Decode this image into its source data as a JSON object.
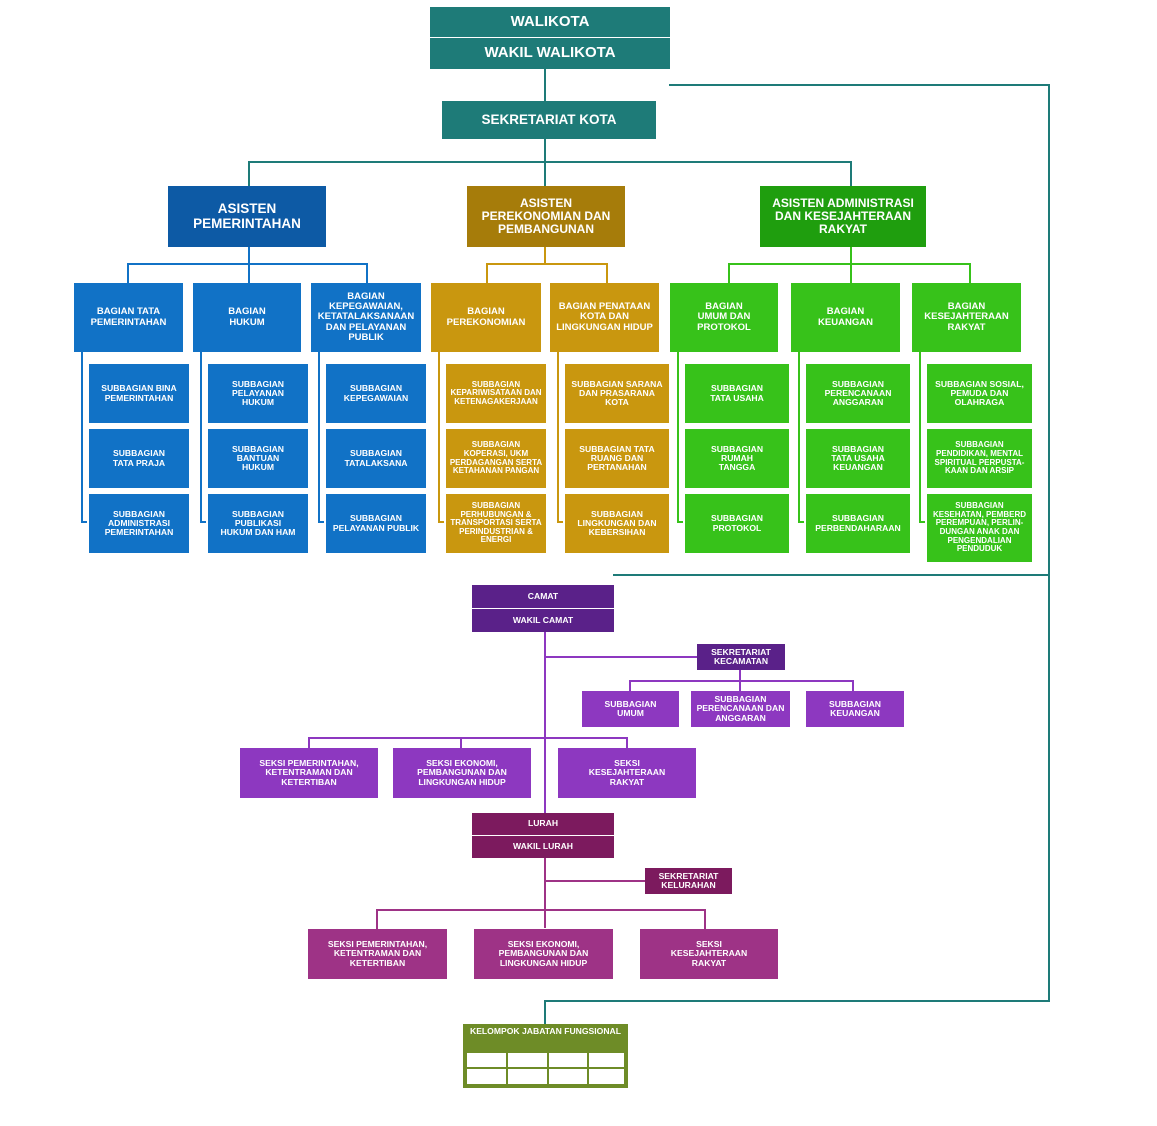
{
  "colors": {
    "teal": "#1e7b78",
    "blue_dark": "#0d5aa5",
    "blue": "#1172c6",
    "gold_dark": "#a67c0a",
    "gold": "#c9970f",
    "green_dark": "#1f9e0e",
    "green": "#37c21a",
    "purple_dark": "#5a2189",
    "purple": "#8d38c0",
    "plum_dark": "#7c1a5e",
    "plum": "#9e3386",
    "olive": "#6e8c27"
  },
  "top": {
    "walikota": "WALIKOTA",
    "wakil_walikota": "WAKIL WALIKOTA",
    "sekretariat_kota": "SEKRETARIAT KOTA"
  },
  "asisten": [
    {
      "title": "ASISTEN PEMERINTAHAN",
      "bagian": [
        {
          "title": "BAGIAN TATA PEMERINTAHAN",
          "sub": [
            "SUBBAGIAN BINA PEMERINTAHAN",
            "SUBBAGIAN TATA PRAJA",
            "SUBBAGIAN ADMINISTRASI PEMERINTAHAN"
          ]
        },
        {
          "title": "BAGIAN HUKUM",
          "sub": [
            "SUBBAGIAN PELAYANAN HUKUM",
            "SUBBAGIAN BANTUAN HUKUM",
            "SUBBAGIAN PUBLIKASI HUKUM DAN HAM"
          ]
        },
        {
          "title": "BAGIAN KEPEGAWAIAN, KETATALAKSANAAN DAN PELAYANAN PUBLIK",
          "sub": [
            "SUBBAGIAN KEPEGAWAIAN",
            "SUBBAGIAN TATALAKSANA",
            "SUBBAGIAN PELAYANAN PUBLIK"
          ]
        }
      ]
    },
    {
      "title": "ASISTEN PEREKONOMIAN DAN PEMBANGUNAN",
      "bagian": [
        {
          "title": "BAGIAN PEREKONOMIAN",
          "sub": [
            "SUBBAGIAN KEPARIWISATAAN DAN KETENAGAKERJAAN",
            "SUBBAGIAN KOPERASI, UKM PERDAGANGAN SERTA KETAHANAN PANGAN",
            "SUBBAGIAN PERHUBUNGAN & TRANSPORTASI SERTA PERINDUSTRIAN & ENERGI"
          ]
        },
        {
          "title": "BAGIAN PENATAAN KOTA DAN LINGKUNGAN HIDUP",
          "sub": [
            "SUBBAGIAN SARANA DAN PRASARANA KOTA",
            "SUBBAGIAN TATA RUANG DAN PERTANAHAN",
            "SUBBAGIAN LINGKUNGAN DAN KEBERSIHAN"
          ]
        }
      ]
    },
    {
      "title": "ASISTEN ADMINISTRASI DAN KESEJAHTERAAN RAKYAT",
      "bagian": [
        {
          "title": "BAGIAN UMUM DAN PROTOKOL",
          "sub": [
            "SUBBAGIAN TATA USAHA",
            "SUBBAGIAN RUMAH TANGGA",
            "SUBBAGIAN PROTOKOL"
          ]
        },
        {
          "title": "BAGIAN KEUANGAN",
          "sub": [
            "SUBBAGIAN PERENCANAAN ANGGARAN",
            "SUBBAGIAN TATA USAHA KEUANGAN",
            "SUBBAGIAN PERBENDAHARAAN"
          ]
        },
        {
          "title": "BAGIAN KESEJAHTERAAN RAKYAT",
          "sub": [
            "SUBBAGIAN SOSIAL, PEMUDA DAN OLAHRAGA",
            "SUBBAGIAN PENDIDIKAN, MENTAL SPIRITUAL PERPUSTA-KAAN DAN ARSIP",
            "SUBBAGIAN KESEHATAN, PEMBERD PEREMPUAN, PERLIN-DUNGAN ANAK DAN PENGENDALIAN PENDUDUK"
          ]
        }
      ]
    }
  ],
  "kecamatan": {
    "camat": "CAMAT",
    "wakil_camat": "WAKIL CAMAT",
    "sekretariat": "SEKRETARIAT KECAMATAN",
    "subbagian": [
      "SUBBAGIAN UMUM",
      "SUBBAGIAN PERENCANAAN DAN ANGGARAN",
      "SUBBAGIAN KEUANGAN"
    ],
    "seksi": [
      "SEKSI PEMERINTAHAN, KETENTRAMAN DAN KETERTIBAN",
      "SEKSI EKONOMI, PEMBANGUNAN DAN LINGKUNGAN HIDUP",
      "SEKSI KESEJAHTERAAN RAKYAT"
    ]
  },
  "kelurahan": {
    "lurah": "LURAH",
    "wakil_lurah": "WAKIL LURAH",
    "sekretariat": "SEKRETARIAT KELURAHAN",
    "seksi": [
      "SEKSI PEMERINTAHAN, KETENTRAMAN DAN KETERTIBAN",
      "SEKSI EKONOMI, PEMBANGUNAN DAN LINGKUNGAN HIDUP",
      "SEKSI KESEJAHTERAAN RAKYAT"
    ]
  },
  "fungsional": {
    "title": "KELOMPOK JABATAN FUNGSIONAL"
  }
}
